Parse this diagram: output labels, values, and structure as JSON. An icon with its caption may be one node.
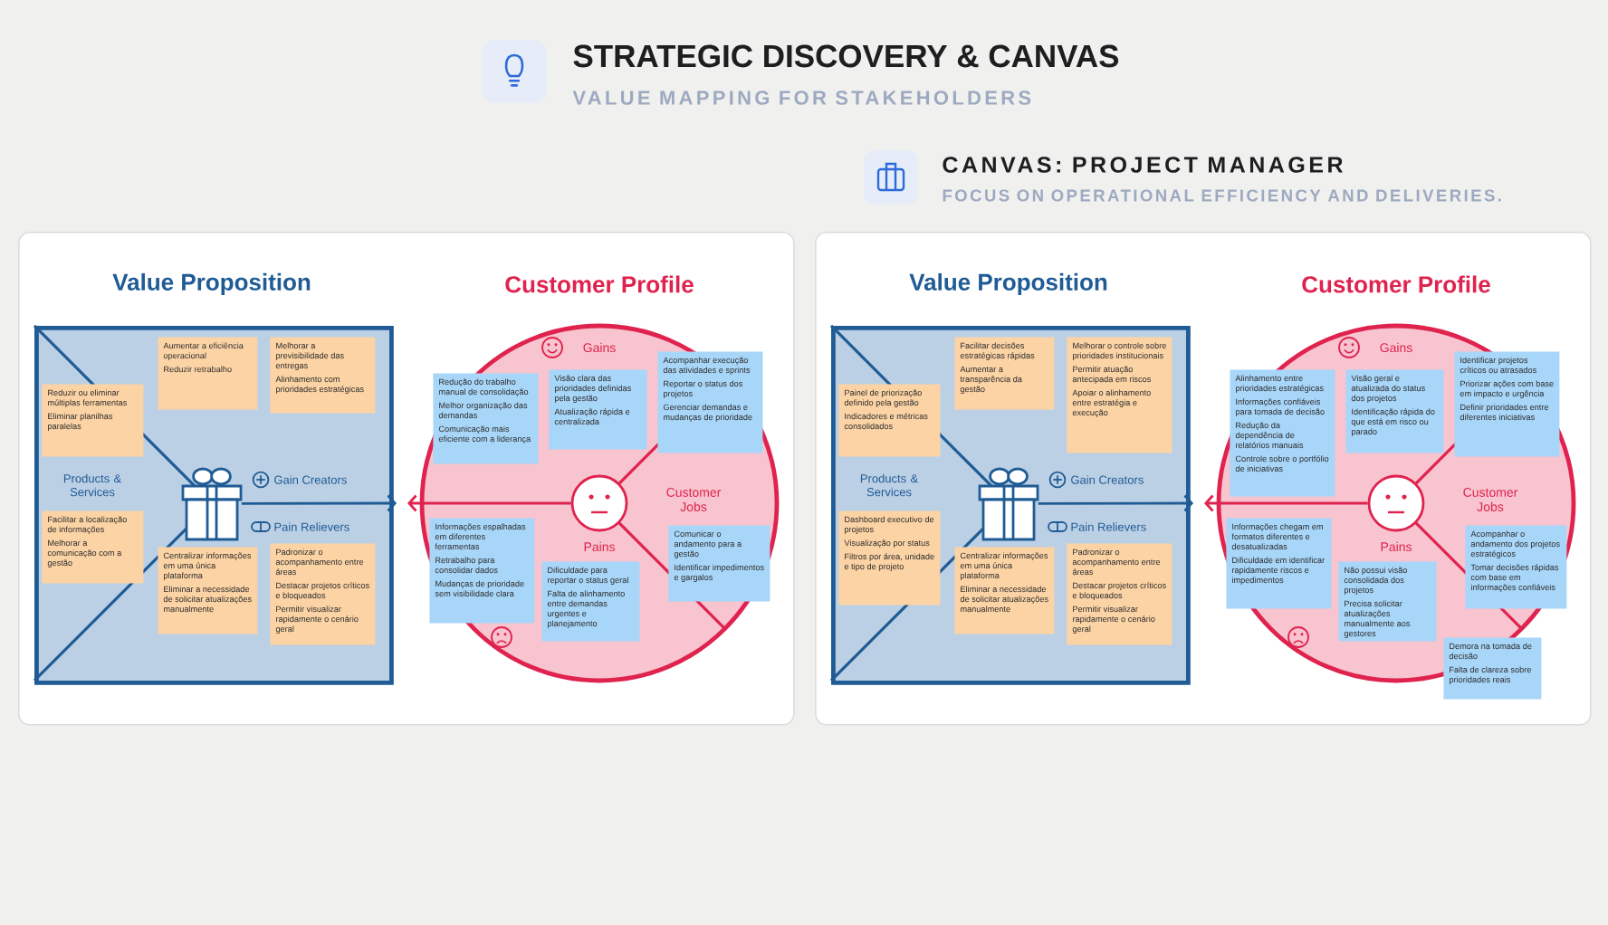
{
  "diagram": {
    "title": "STRATEGIC DISCOVERY & CANVAS",
    "nodes": [
      {
        "text": [],
        "shape": "box"
      },
      {
        "text": [
          "Value Proposition",
          "Gain Creators",
          "Products & Services",
          "Pain Relievers"
        ],
        "in": 0
      },
      {
        "text": [
          "Aumentar a eficiência operacional",
          "Reduzir retrabalho"
        ],
        "in": 1
      },
      {
        "text": [
          "Melhorar a previsibilidade das entregas",
          "Alinhamento com prioridades estratégicas"
        ],
        "in": 1
      },
      {
        "text": [
          "Reduzir ou eliminar múltiplas ferramentas",
          "Eliminar planilhas paralelas"
        ],
        "in": 1
      },
      {
        "text": [
          "Facilitar a localização de informações",
          "Melhorar a comunicação com a gestão"
        ],
        "in": 1
      },
      {
        "text": [
          "Centralizar informações em uma única plataforma",
          "Eliminar a necessidade de solicitar atualizações manualmente"
        ],
        "in": 1
      },
      {
        "text": [
          "Padronizar o acompanhamento entre áreas",
          "Destacar projetos críticos e bloqueados",
          "Permitir visualizar rapidamente o cenário geral"
        ],
        "in": 1
      },
      {
        "text": [],
        "shape": "picture",
        "in": 1
      },
      {
        "text": [
          "Customer Profile",
          "Gains",
          "Customer Jobs",
          "Pains"
        ],
        "in": 0
      },
      {
        "text": [
          "Redução do trabalho manual de consolidação",
          "Melhor organização das demandas",
          "Comunicação mais eficiente com a liderança"
        ],
        "in": 9
      },
      {
        "text": [
          "Visão clara das prioridades definidas pela gestão",
          "Atualização rápida e centralizada"
        ],
        "in": 9
      },
      {
        "text": [
          "Acompanhar execução das atividades e sprints",
          "Reportar o status dos projetos",
          "Gerenciar demandas e mudanças de prioridade"
        ],
        "in": 9
      },
      {
        "text": [
          "Informações espalhadas em diferentes ferramentas",
          "Retrabalho para consolidar dados",
          "Mudanças de prioridade sem visibilidade clara"
        ],
        "in": 9
      },
      {
        "text": [
          "Comunicar o andamento para a gestão",
          "Identificar impedimentos e gargalos"
        ],
        "in": 9
      },
      {
        "text": [
          "Dificuldade para reportar o status geral",
          "Falta de alinhamento entre demandas urgentes e planejamento"
        ],
        "in": 9
      },
      {
        "text": [],
        "shape": "circle",
        "in": 9
      },
      {
        "text": [],
        "shape": "box"
      },
      {
        "text": [
          "Value Proposition",
          "Gain Creators",
          "Products & Services",
          "Pain Relievers"
        ],
        "in": 17
      },
      {
        "text": [
          "Facilitar decisões estratégicas rápidas",
          "Aumentar a transparência da gestão"
        ],
        "in": 18
      },
      {
        "text": [
          "Melhorar o controle sobre prioridades institucionais",
          "Permitir atuação antecipada em riscos",
          "Apoiar o alinhamento entre estratégia e execução"
        ],
        "in": 18
      },
      {
        "text": [
          "Painel de priorização definido pela gestão",
          "Indicadores e métricas consolidados"
        ],
        "in": 18
      },
      {
        "text": [
          "Dashboard executivo de projetos",
          "Visualização por status",
          "Filtros por área, unidade e tipo de projeto"
        ],
        "in": 18
      },
      {
        "text": [
          "Centralizar informações em uma única plataforma",
          "Eliminar a necessidade de solicitar atualizações manualmente"
        ],
        "in": 18
      },
      {
        "text": [
          "Padronizar o acompanhamento entre áreas",
          "Destacar projetos críticos e bloqueados",
          "Permitir visualizar rapidamente o cenário geral"
        ],
        "in": 18
      },
      {
        "text": [],
        "shape": "picture",
        "in": 18
      },
      {
        "text": [
          "Customer Profile",
          "Gains",
          "Customer Jobs",
          "Pains"
        ],
        "in": 17
      },
      {
        "text": [
          "Alinhamento entre prioridades estratégicas",
          "Informações confiáveis para tomada de decisão",
          "Redução da dependência de relatórios manuais",
          "Controle sobre o portfólio de iniciativas"
        ],
        "in": 26
      },
      {
        "text": [
          "Visão geral e atualizada do status dos projetos",
          "Identificação rápida do que está em risco ou parado"
        ],
        "in": 26
      },
      {
        "text": [
          "Identificar projetos críticos ou atrasados",
          "Priorizar ações com base em impacto e urgência",
          "Definir prioridades entre diferentes iniciativas"
        ],
        "in": 26
      },
      {
        "text": [
          "Informações chegam em formatos diferentes e desatualizadas",
          "Dificuldade em identificar rapidamente riscos e impedimentos"
        ],
        "in": 26
      },
      {
        "text": [
          "Acompanhar o andamento dos projetos estratégicos",
          "Tomar decisões rápidas com base em informações confiáveis"
        ],
        "in": 26
      },
      {
        "text": [
          "Não possui visão consolidada dos projetos",
          "Precisa solicitar atualizações manualmente aos gestores"
        ],
        "in": 26
      },
      {
        "text": [
          "Demora na tomada de decisão",
          "Falta de clareza sobre prioridades reais"
        ],
        "in": 17
      },
      {
        "text": [],
        "shape": "circle",
        "in": 26
      }
    ],
    "edges": [
      {
        "from": 8,
        "to": null,
        "arrow": "to",
        "color": "#1f5b94"
      },
      {
        "from": 16,
        "to": null,
        "arrow": "to",
        "color": "#e0234e"
      },
      {
        "from": 25,
        "to": null,
        "arrow": "to",
        "color": "#1f5b94"
      },
      {
        "from": 34,
        "to": null,
        "arrow": "to",
        "color": "#e0234e"
      }
    ],
    "labels": [
      "VALUE MAPPING FOR STAKEHOLDERS",
      "CANVAS: PROJECT MANAGER",
      "FOCUS ON OPERATIONAL EFFICIENCY AND DELIVERIES."
    ]
  }
}
